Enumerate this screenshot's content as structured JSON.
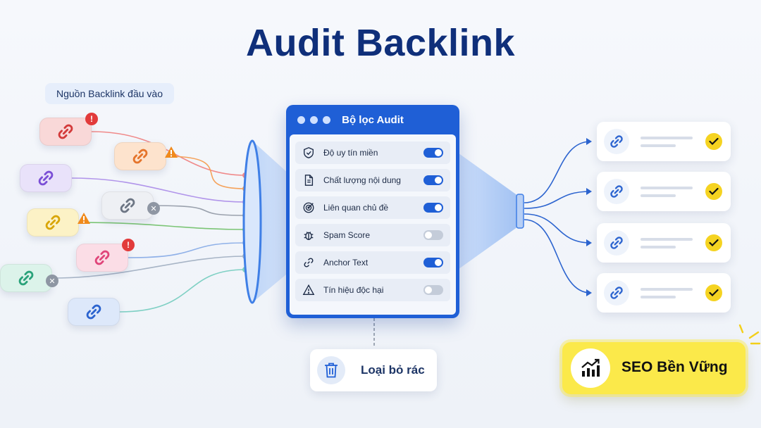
{
  "title": "Audit Backlink",
  "source_tag": "Nguồn Backlink đầu vào",
  "panel": {
    "title": "Bộ lọc Audit",
    "criteria": [
      {
        "label": "Độ uy tín miền",
        "icon": "shield-check-icon",
        "enabled": true
      },
      {
        "label": "Chất lượng nội dung",
        "icon": "document-icon",
        "enabled": true
      },
      {
        "label": "Liên quan chủ đề",
        "icon": "target-icon",
        "enabled": true
      },
      {
        "label": "Spam Score",
        "icon": "bug-icon",
        "enabled": false
      },
      {
        "label": "Anchor Text",
        "icon": "link-icon",
        "enabled": true
      },
      {
        "label": "Tín hiệu độc hại",
        "icon": "warning-icon",
        "enabled": false
      }
    ]
  },
  "sources": [
    {
      "color": "#f9d8d8",
      "icon_color": "#d33a3a",
      "status": "error",
      "wire_color": "#f08a8a"
    },
    {
      "color": "#fde3cd",
      "icon_color": "#e5742b",
      "status": "warning",
      "wire_color": "#f5a25a"
    },
    {
      "color": "#e9e2fa",
      "icon_color": "#7b4fd6",
      "status": "none",
      "wire_color": "#b195ea"
    },
    {
      "color": "#eef0f4",
      "icon_color": "#6d7684",
      "status": "removed",
      "wire_color": "#9aa1ad"
    },
    {
      "color": "#fcf2c6",
      "icon_color": "#d9a60a",
      "status": "warning",
      "wire_color": "#7cc576"
    },
    {
      "color": "#fbdde6",
      "icon_color": "#e0457a",
      "status": "error",
      "wire_color": "#8fb0e8"
    },
    {
      "color": "#dcf3ea",
      "icon_color": "#2aa27a",
      "status": "removed",
      "wire_color": "#a7b4c6"
    },
    {
      "color": "#dde8fa",
      "icon_color": "#2c64cf",
      "status": "none",
      "wire_color": "#7fd0c4"
    }
  ],
  "outputs": [
    {
      "status": "approved"
    },
    {
      "status": "approved"
    },
    {
      "status": "approved"
    },
    {
      "status": "approved"
    }
  ],
  "trash_label": "Loại bỏ rác",
  "seo_label": "SEO Bền Vững",
  "colors": {
    "title": "#0f2f7a",
    "accent_blue": "#1f5fd6",
    "check_yellow": "#f5d321",
    "seo_yellow": "#fbe94a"
  }
}
